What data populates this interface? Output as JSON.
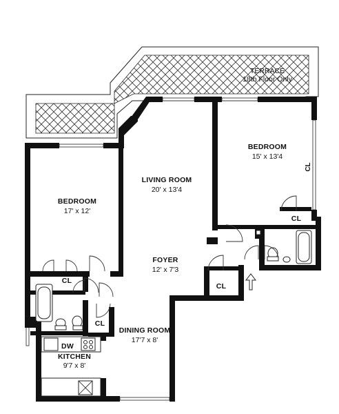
{
  "rooms": {
    "terrace": {
      "name": "TERRACE",
      "note": "18th Floor Only"
    },
    "bedroom_right": {
      "name": "BEDROOM",
      "dims": "15' x 13'4"
    },
    "living_room": {
      "name": "LIVING ROOM",
      "dims": "20' x 13'4"
    },
    "bedroom_left": {
      "name": "BEDROOM",
      "dims": "17' x 12'"
    },
    "foyer": {
      "name": "FOYER",
      "dims": "12' x 7'3"
    },
    "dining_room": {
      "name": "DINING ROOM",
      "dims": "17'7 x 8'"
    },
    "kitchen": {
      "name": "KITCHEN",
      "dims": "9'7 x 8'"
    }
  },
  "closets": {
    "bedroom_right_side": "CL",
    "bedroom_right_corner": "CL",
    "bedroom_left": "CL",
    "hall": "CL",
    "foyer": "CL"
  },
  "appliances": {
    "dishwasher": "DW"
  },
  "symbols": {
    "entry_arrow": "entry-arrow-icon"
  },
  "colors": {
    "walls": "#111111",
    "background": "#ffffff",
    "hatch": "#333333"
  }
}
